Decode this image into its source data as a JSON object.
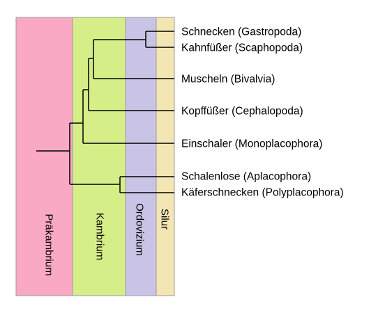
{
  "periods": [
    {
      "label": "Präkambrium",
      "color": "#FAA9C5"
    },
    {
      "label": "Kambrium",
      "color": "#D6EE87"
    },
    {
      "label": "Ordovizium",
      "color": "#C9C3E6"
    },
    {
      "label": "Silur",
      "color": "#F3E6B3"
    }
  ],
  "taxa": [
    {
      "label": "Schnecken (Gastropoda)"
    },
    {
      "label": "Kahnfüßer (Scaphopoda)"
    },
    {
      "label": "Muscheln (Bivalvia)"
    },
    {
      "label": "Kopffüßer (Cephalopoda)"
    },
    {
      "label": "Einschaler (Monoplacophora)"
    },
    {
      "label": "Schalenlose (Aplacophora)"
    },
    {
      "label": "Käferschnecken (Polyplacophora)"
    }
  ],
  "colors": {
    "border": "#9a9a9a",
    "tree": "#000000"
  }
}
